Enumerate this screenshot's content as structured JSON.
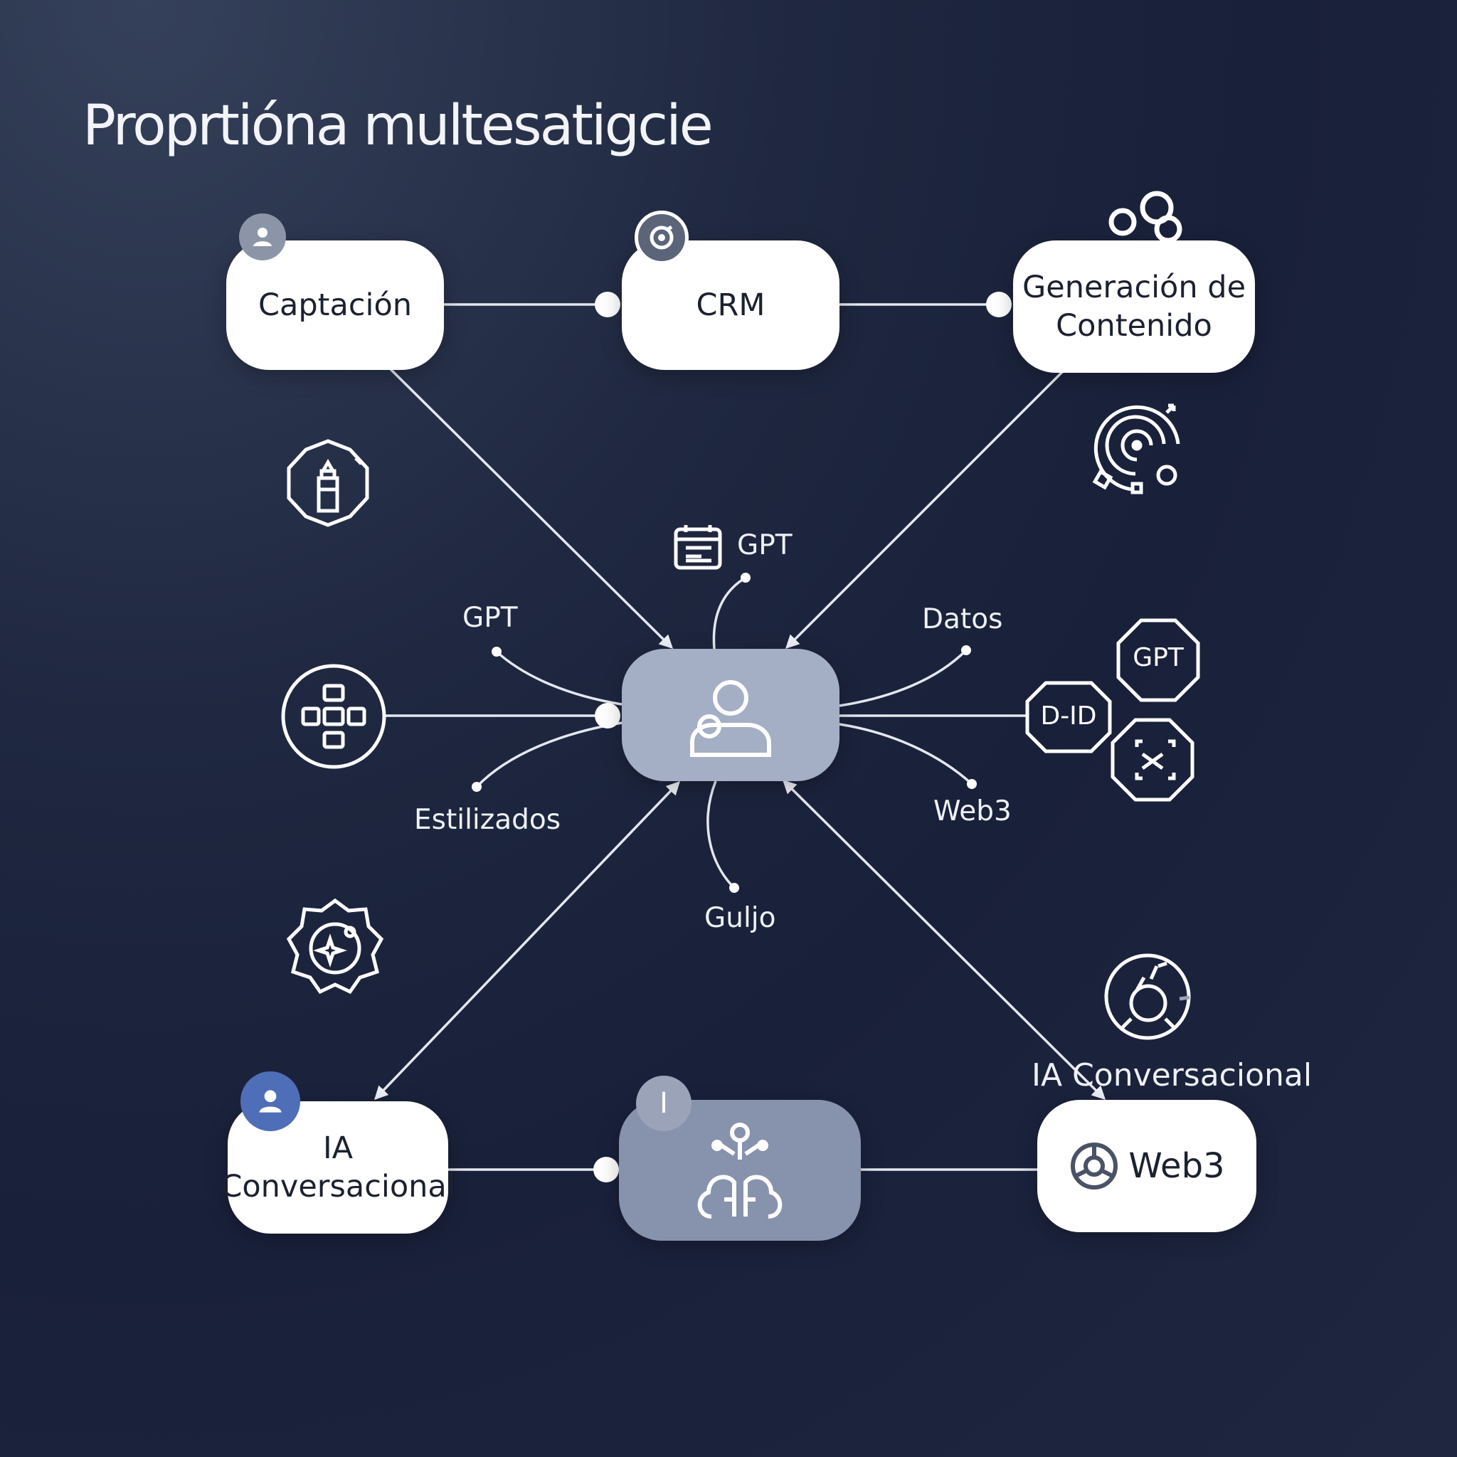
{
  "title": "Proprtióna multesatigcie",
  "nodes": {
    "captacion": "Captación",
    "crm": "CRM",
    "generacion_line1": "Generación de",
    "generacion_line2": "Contenido",
    "ia_line1": "IA",
    "ia_line2": "Conversacional",
    "web3": "Web3"
  },
  "badges": {
    "bottom_center": "I"
  },
  "labels": {
    "gpt_top": "GPT",
    "gpt_left": "GPT",
    "datos": "Datos",
    "estilizados": "Estilizados",
    "web3": "Web3",
    "guljo": "Guljo",
    "ia_conversacional": "IA Conversacional",
    "hex_gpt": "GPT",
    "hex_did": "D-ID"
  },
  "colors": {
    "background": "#1b2238",
    "node_fill": "#ffffff",
    "hub_fill": "#a4aec4",
    "line": "#e8ecf2",
    "badge_gray": "#8c95a8",
    "badge_blue": "#4e6fb8"
  }
}
